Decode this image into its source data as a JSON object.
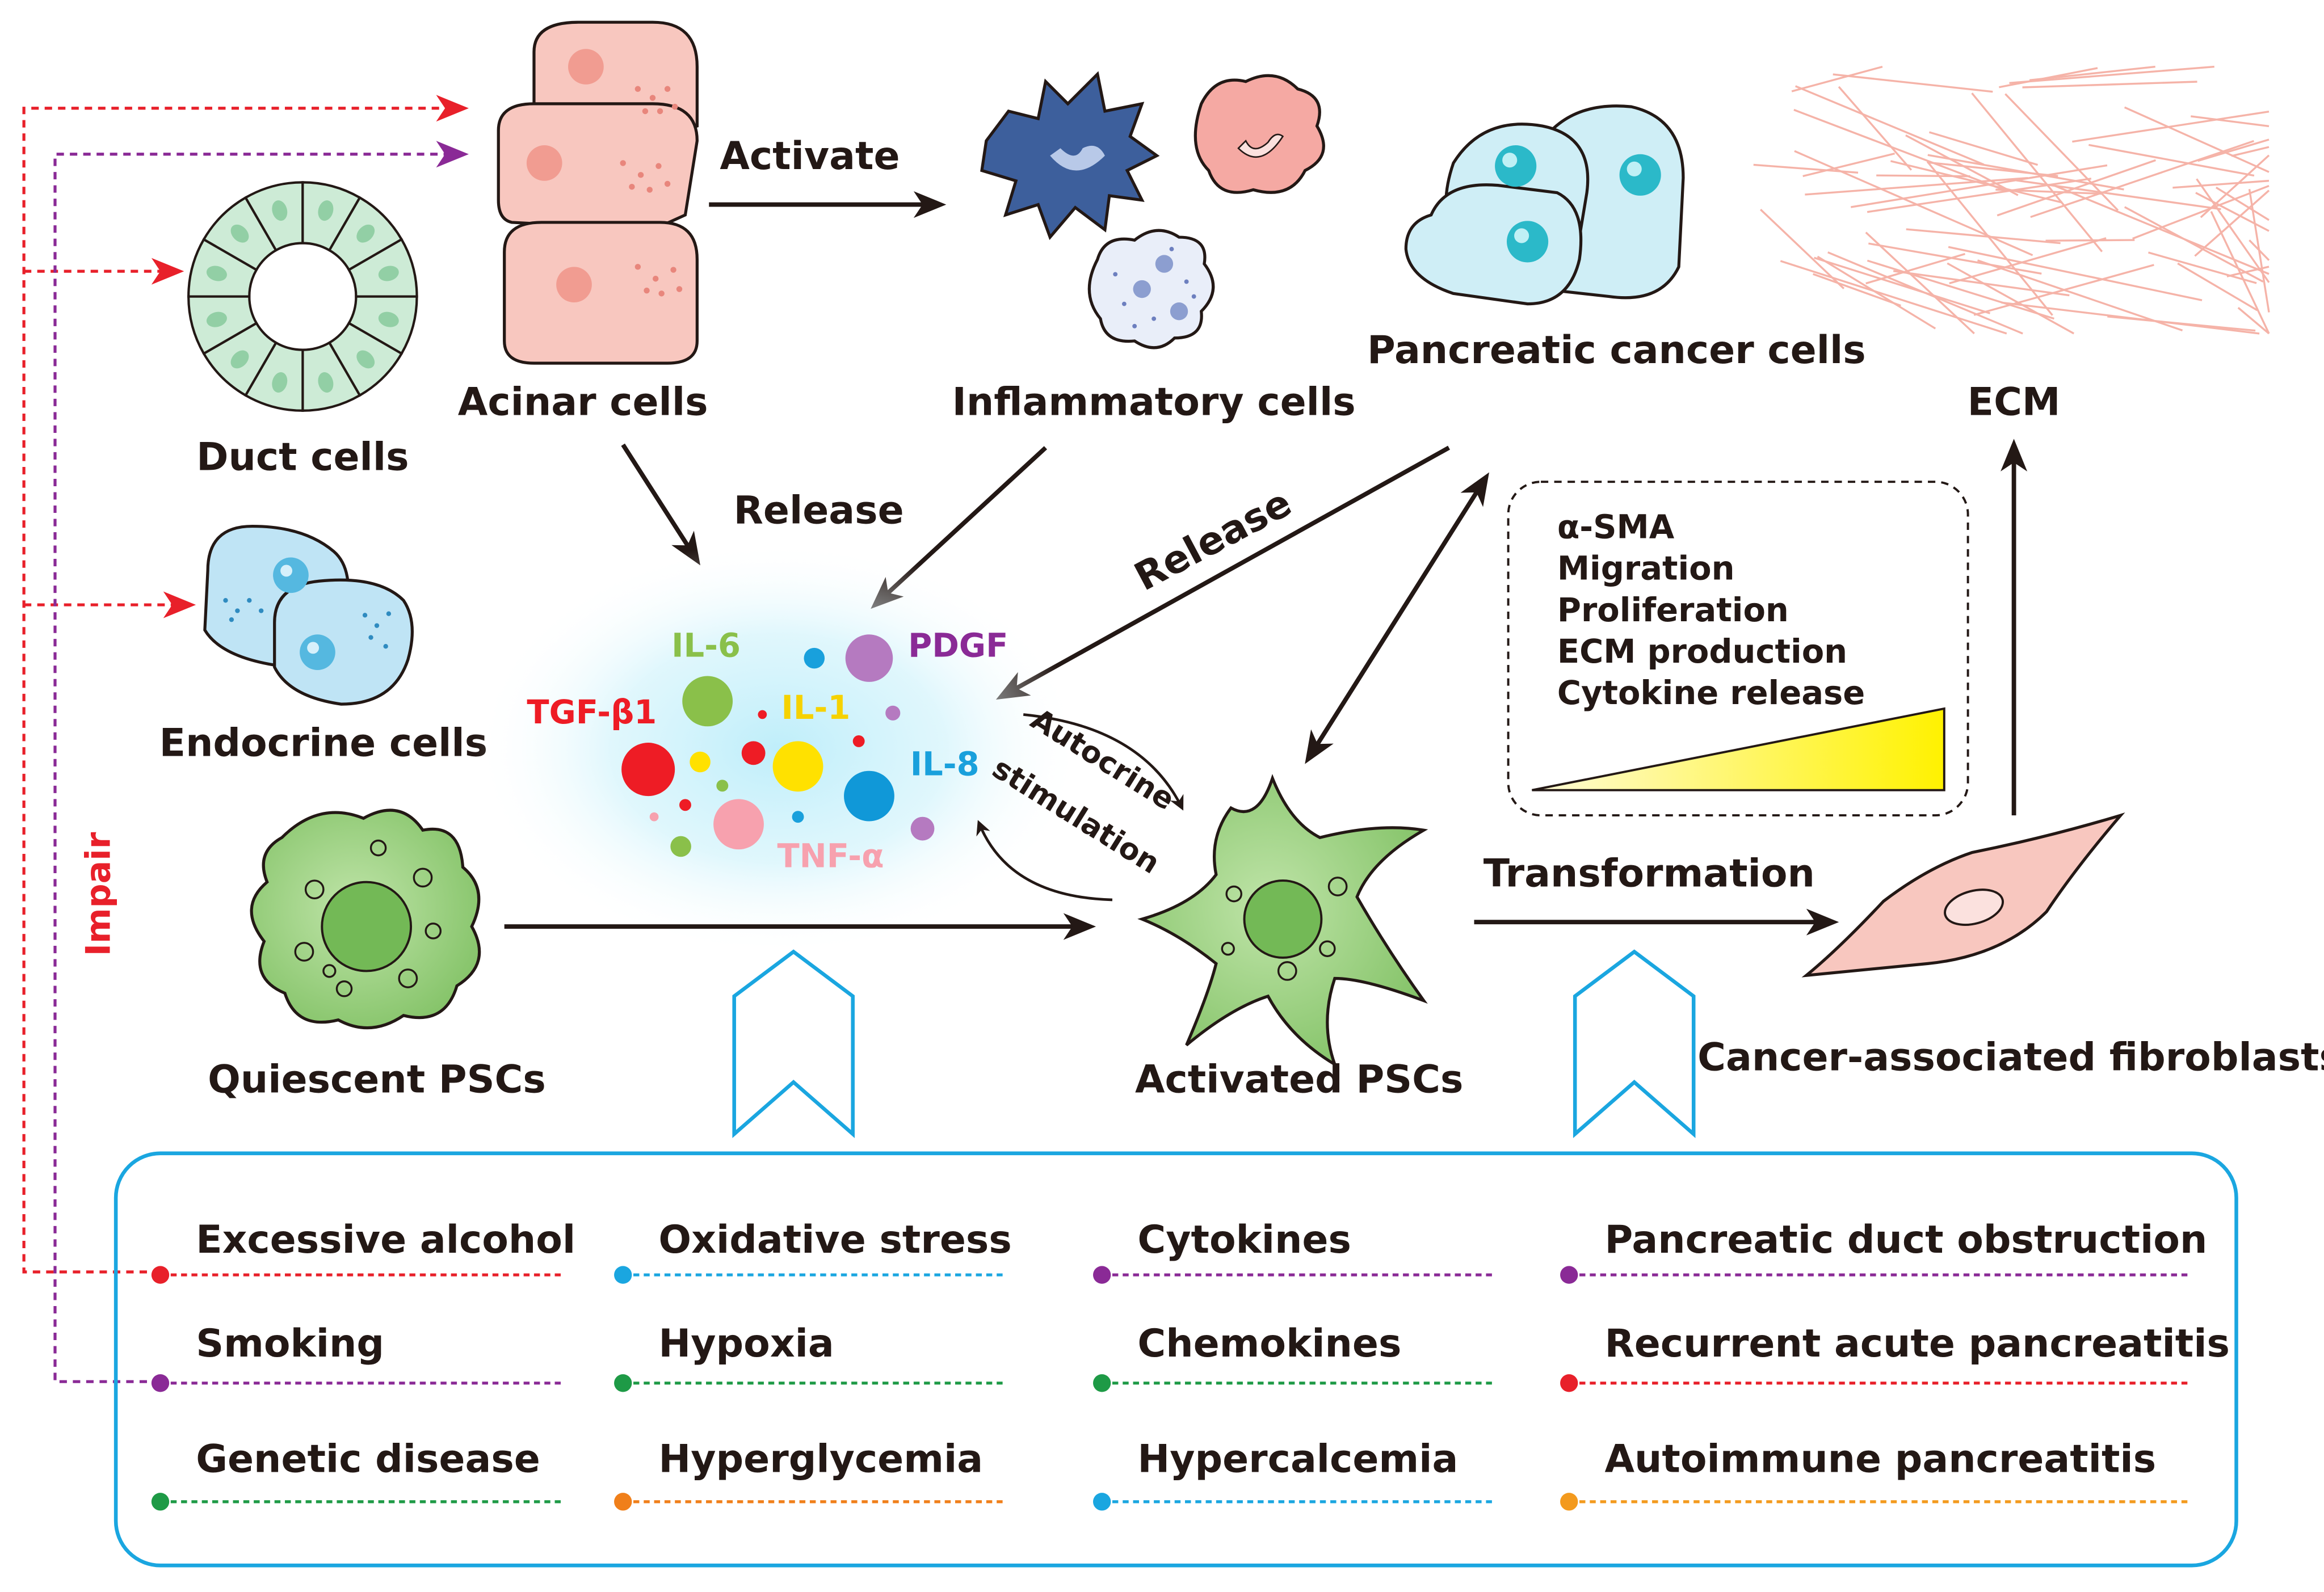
{
  "cells": {
    "acinar": "Acinar cells",
    "duct": "Duct cells",
    "endocrine": "Endocrine cells",
    "inflammatory": "Inflammatory cells",
    "cancer": "Pancreatic cancer cells",
    "ecm": "ECM",
    "quiescent": "Quiescent PSCs",
    "activated": "Activated PSCs",
    "caf": "Cancer-associated fibroblasts"
  },
  "actions": {
    "activate": "Activate",
    "release_left": "Release",
    "release_right": "Release",
    "autocrine_1": "Autocrine",
    "autocrine_2": "stimulation",
    "transformation": "Transformation",
    "impair": "Impair"
  },
  "cytokines": {
    "il6": "IL-6",
    "il1": "IL-1",
    "pdgf": "PDGF",
    "tgfb1": "TGF-β1",
    "il8": "IL-8",
    "tnfa": "TNF-α"
  },
  "features": [
    "α-SMA",
    "Migration",
    "Proliferation",
    "ECM production",
    "Cytokine release"
  ],
  "factors": [
    {
      "label": "Excessive alcohol",
      "color": "#e8202a"
    },
    {
      "label": "Oxidative stress",
      "color": "#1aa6e0"
    },
    {
      "label": "Cytokines",
      "color": "#8a2a96"
    },
    {
      "label": "Pancreatic duct obstruction",
      "color": "#8a2a96"
    },
    {
      "label": "Smoking",
      "color": "#8a2a96"
    },
    {
      "label": "Hypoxia",
      "color": "#1e9a46"
    },
    {
      "label": "Chemokines",
      "color": "#1e9a46"
    },
    {
      "label": "Recurrent acute pancreatitis",
      "color": "#e8202a"
    },
    {
      "label": "Genetic disease",
      "color": "#1e9a46"
    },
    {
      "label": "Hyperglycemia",
      "color": "#f07f1a"
    },
    {
      "label": "Hypercalcemia",
      "color": "#1aa6e0"
    },
    {
      "label": "Autoimmune pancreatitis",
      "color": "#f39a1e"
    }
  ]
}
